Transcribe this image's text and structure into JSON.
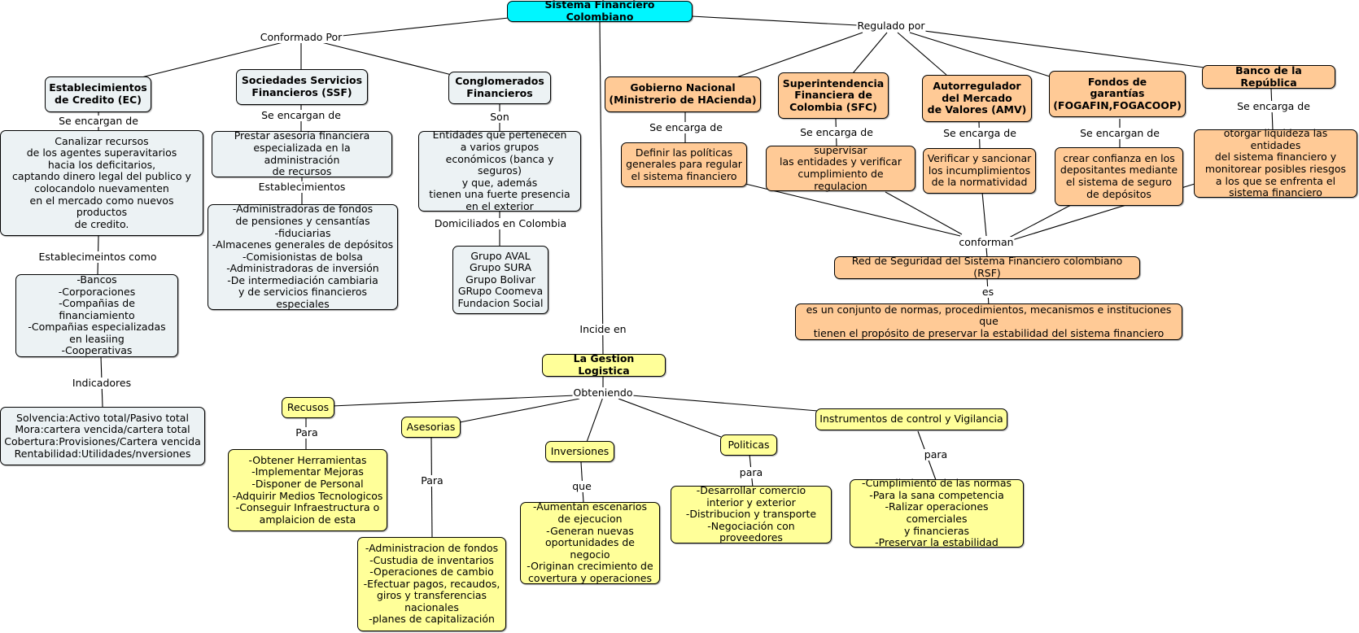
{
  "title": "Sistema Financiero Colombiano",
  "colors": {
    "root": "#00f6ff",
    "composition": "#ecf2f4",
    "regulation": "#ffca96",
    "logistics": "#ffff99"
  },
  "nodes": {
    "root": "Sistema Financiero Colombiano",
    "ec": "Establecimientos\nde Credito (EC)",
    "ec_desc": "Canalizar recursos\nde los agentes superavitarios\nhacia los deficitarios,\ncaptando dinero legal del publico y\ncolocandolo nuevamenten\nen el mercado como nuevos productos\nde credito.",
    "ec_types": "-Bancos\n-Corporaciones\n-Compañias de financiamiento\n-Compañias especializadas\nen leasiing\n-Cooperativas",
    "ec_indicators": "Solvencia:Activo total/Pasivo total\nMora:cartera vencida/cartera total\nCobertura:Provisiones/Cartera vencida\nRentabilidad:Utilidades/nversiones",
    "ssf": "Sociedades Servicios\nFinancieros (SSF)",
    "ssf_desc": "Prestar asesoría financiera\nespecializada en la administración\nde recursos",
    "ssf_types": "-Administradoras de fondos\nde pensiones y censantías\n-fiduciarias\n-Almacenes generales de depósitos\n-Comisionistas de bolsa\n-Administradoras de inversión\n-De intermediación cambiaria\ny de servicios financieros especiales",
    "cf": "Conglomerados\nFinancieros",
    "cf_desc": "Entidades que pertenecen\na varios grupos\neconómicos (banca y seguros)\ny que, además\ntienen una fuerte presencia\nen el exterior",
    "cf_groups": "Grupo AVAL\nGrupo SURA\nGrupo Bolivar\nGRupo Coomeva\nFundacion Social",
    "gob": "Gobierno Nacional\n(Ministrerio de HAcienda)",
    "gob_desc": "Definir las políticas\ngenerales para regular\nel sistema financiero",
    "sfc": "Superintendencia\nFinanciera de\nColombia (SFC)",
    "sfc_desc": "supervisar\nlas entidades y verificar\ncumplimiento de regulacion",
    "amv": "Autorregulador\ndel Mercado\nde Valores (AMV)",
    "amv_desc": "Verificar y sancionar\nlos incumplimientos\nde la normatividad",
    "fog": "Fondos de\ngarantías\n(FOGAFIN,FOGACOOP)",
    "fog_desc": "crear confianza en los\ndepositantes mediante\nel sistema de seguro\nde depósitos",
    "banrep": "Banco de la República",
    "banrep_desc": "otorgar liquideza las entidades\ndel sistema financiero y\nmonitorear   posibles riesgos\na los que se enfrenta el\nsistema financiero",
    "rsf": "Red de Seguridad del Sistema Financiero colombiano (RSF)",
    "rsf_desc": "es un conjunto de normas, procedimientos, mecanismos e instituciones que\ntienen el propósito de preservar la estabilidad del sistema financiero",
    "gl": "La Gestion Logistica",
    "recursos": "Recusos",
    "recursos_desc": "-Obtener Herramientas\n-Implementar Mejoras\n-Disponer de Personal\n-Adquirir Medios Tecnologicos\n-Conseguir Infraestructura o\namplaicion de esta",
    "asesorias": "Asesorias",
    "asesorias_desc": "-Administracion de fondos\n-Custudia de inventarios\n-Operaciones de cambio\n-Efectuar pagos, recaudos,\ngiros y transferencias\nnacionales\n-planes de capitalización",
    "inversiones": "Inversiones",
    "inversiones_desc": "-Aumentan escenarios\nde ejecucion\n-Generan nuevas\noportunidades de negocio\n-Originan crecimiento de\ncovertura y operaciones",
    "politicas": "Politicas",
    "politicas_desc": "-Desarrollar comercio\ninterior y exterior\n-Distribucion y transporte\n-Negociación con proveedores",
    "instrumentos": "Instrumentos de control y Vigilancia",
    "instrumentos_desc": "-Cumplimiento de las normas\n-Para la sana competencia\n-Ralizar operaciones comerciales\ny financieras\n-Preservar la estabilidad"
  },
  "labels": {
    "conformado_por": "Conformado Por",
    "regulado_por": "Regulado por",
    "incide_en": "Incide en",
    "ec_se_encargan": "Se encargan de",
    "ec_establecimientos_como": "Establecimeintos como",
    "ec_indicadores": "Indicadores",
    "ssf_se_encargan": "Se encargan de",
    "ssf_establecimientos": "Establecimientos",
    "cf_son": "Son",
    "cf_domiciliados": "Domiciliados en Colombia",
    "gob_se_encarga": "Se encarga de",
    "sfc_se_encarga": "Se encarga de",
    "amv_se_encarga": "Se encarga de",
    "fog_se_encargan": "Se encargan de",
    "banrep_se_encarga": "Se encarga de",
    "conforman": "conforman",
    "es": "es",
    "obteniendo": "Obteniendo",
    "recursos_para": "Para",
    "asesorias_para": "Para",
    "inversiones_que": "que",
    "politicas_para": "para",
    "instrumentos_para": "para"
  }
}
